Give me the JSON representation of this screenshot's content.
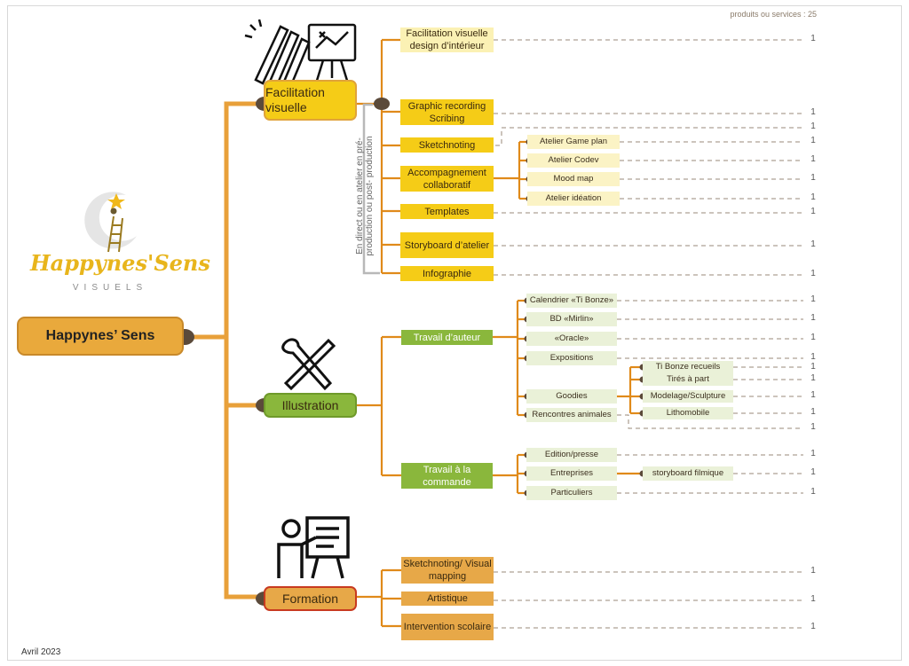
{
  "header": {
    "count_label": "produits ou services : 25",
    "date": "Avril 2023"
  },
  "logo": {
    "name": "Happynes'Sens",
    "sub": "VISUELS"
  },
  "root": {
    "label": "Happynes’ Sens"
  },
  "categories": [
    {
      "label": "Facilitation visuelle",
      "annotation": "En direct ou en atelier en pré-production ou post- production",
      "items": [
        "Facilitation visuelle design d’intérieur",
        "Graphic recording Scribing",
        "Sketchnoting",
        "Accompagnement collaboratif",
        "Templates",
        "Storyboard d’atelier",
        "Infographie"
      ],
      "sub_items": [
        "Atelier Game plan",
        "Atelier Codev",
        "Mood map",
        "Atelier idéation"
      ]
    },
    {
      "label": "Illustration",
      "items": [
        "Travail d’auteur",
        "Travail à la commande"
      ],
      "auteur": [
        "Calendrier «Ti Bonze»",
        "BD «Mirlin»",
        "«Oracle»",
        "Expositions",
        "Goodies",
        "Rencontres animales"
      ],
      "goodies": [
        "Ti Bonze recueils",
        "Tirés à part",
        "Modelage/Sculpture",
        "Lithomobile"
      ],
      "commande": [
        "Edition/presse",
        "Entreprises",
        "Particuliers"
      ],
      "entreprises": [
        "storyboard filmique"
      ]
    },
    {
      "label": "Formation",
      "items": [
        "Sketchnoting/ Visual mapping",
        "Artistique",
        "Intervention scolaire"
      ]
    }
  ],
  "counts": {
    "value": "1"
  },
  "icons": [
    "pencils-icon",
    "easel-icon",
    "brush-pencil-icon",
    "teacher-icon",
    "star-icon"
  ],
  "colors": {
    "trunk": "#e8a03a",
    "branch": "#e08a1a",
    "yellow": "#f5cc17",
    "green": "#8ab73c",
    "orange": "#e7a848"
  }
}
